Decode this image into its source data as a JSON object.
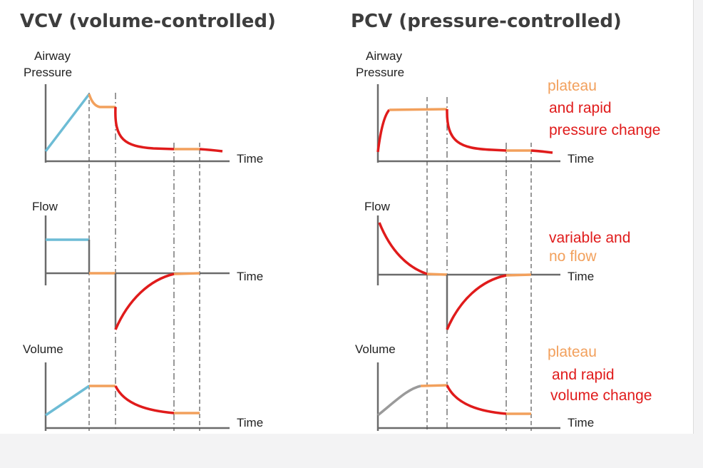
{
  "colors": {
    "inspiration": "#6dbcd5",
    "plateau": "#f2a05c",
    "expiration": "#e01b1b",
    "axis": "#6b6b6b",
    "passive": "#9a9a9a",
    "note_orange": "#f2a05c",
    "note_red": "#e01b1b"
  },
  "panels": [
    {
      "title": "VCV (volume-controlled)",
      "pressure_label": [
        "Airway",
        "Pressure"
      ],
      "flow_label": "Flow",
      "volume_label": "Volume",
      "time_label": "Time"
    },
    {
      "title": "PCV (pressure-controlled)",
      "pressure_label": [
        "Airway",
        "Pressure"
      ],
      "flow_label": "Flow",
      "volume_label": "Volume",
      "time_label": "Time"
    }
  ],
  "annotations": {
    "pressure": [
      {
        "text": "plateau",
        "color": "orange"
      },
      {
        "text": "and rapid",
        "color": "red"
      },
      {
        "text": "pressure change",
        "color": "red"
      }
    ],
    "flow": [
      {
        "text": "variable and",
        "color": "red"
      },
      {
        "text": "no flow",
        "color": "orange"
      }
    ],
    "volume": [
      {
        "text": "plateau",
        "color": "orange"
      },
      {
        "text": "and rapid",
        "color": "red"
      },
      {
        "text": "volume change",
        "color": "red"
      }
    ]
  }
}
